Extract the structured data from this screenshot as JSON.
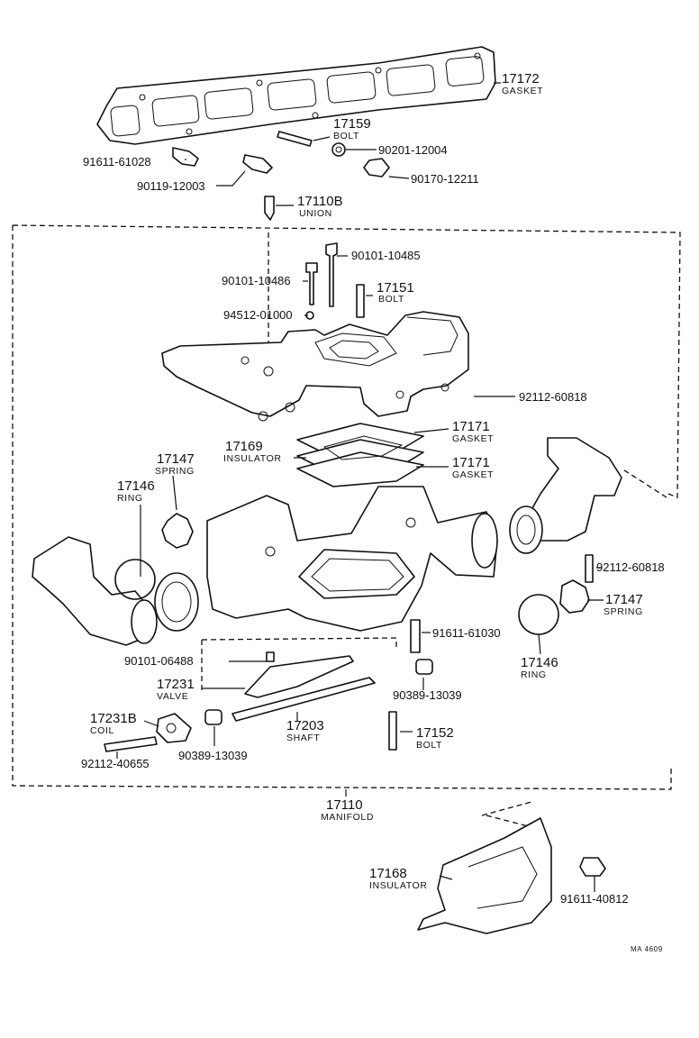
{
  "drawing_code": "MA 4609",
  "callouts": [
    {
      "id": "c1",
      "number": "17172",
      "name": "GASKET"
    },
    {
      "id": "c2",
      "number": "17159",
      "name": "BOLT"
    },
    {
      "id": "c3",
      "number": "91611-61028",
      "name": ""
    },
    {
      "id": "c4",
      "number": "90201-12004",
      "name": ""
    },
    {
      "id": "c5",
      "number": "90119-12003",
      "name": ""
    },
    {
      "id": "c6",
      "number": "90170-12211",
      "name": ""
    },
    {
      "id": "c7",
      "number": "17110B",
      "name": "UNION"
    },
    {
      "id": "c8",
      "number": "90101-10485",
      "name": ""
    },
    {
      "id": "c9",
      "number": "90101-10486",
      "name": ""
    },
    {
      "id": "c10",
      "number": "17151",
      "name": "BOLT"
    },
    {
      "id": "c11",
      "number": "94512-01000",
      "name": ""
    },
    {
      "id": "c12",
      "number": "92112-60818",
      "name": ""
    },
    {
      "id": "c13",
      "number": "17171",
      "name": "GASKET"
    },
    {
      "id": "c14",
      "number": "17169",
      "name": "INSULATOR"
    },
    {
      "id": "c15",
      "number": "17171",
      "name": "GASKET"
    },
    {
      "id": "c16",
      "number": "17147",
      "name": "SPRING"
    },
    {
      "id": "c17",
      "number": "17146",
      "name": "RING"
    },
    {
      "id": "c18",
      "number": "92112-60818",
      "name": ""
    },
    {
      "id": "c19",
      "number": "17147",
      "name": "SPRING"
    },
    {
      "id": "c20",
      "number": "91611-61030",
      "name": ""
    },
    {
      "id": "c21",
      "number": "17146",
      "name": "RING"
    },
    {
      "id": "c22",
      "number": "90101-06488",
      "name": ""
    },
    {
      "id": "c23",
      "number": "17231",
      "name": "VALVE"
    },
    {
      "id": "c24",
      "number": "90389-13039",
      "name": ""
    },
    {
      "id": "c25",
      "number": "17231B",
      "name": "COIL"
    },
    {
      "id": "c26",
      "number": "17203",
      "name": "SHAFT"
    },
    {
      "id": "c27",
      "number": "17152",
      "name": "BOLT"
    },
    {
      "id": "c28",
      "number": "92112-40655",
      "name": ""
    },
    {
      "id": "c29",
      "number": "90389-13039",
      "name": ""
    },
    {
      "id": "c30",
      "number": "17110",
      "name": "MANIFOLD"
    },
    {
      "id": "c31",
      "number": "17168",
      "name": "INSULATOR"
    },
    {
      "id": "c32",
      "number": "91611-40812",
      "name": ""
    }
  ]
}
